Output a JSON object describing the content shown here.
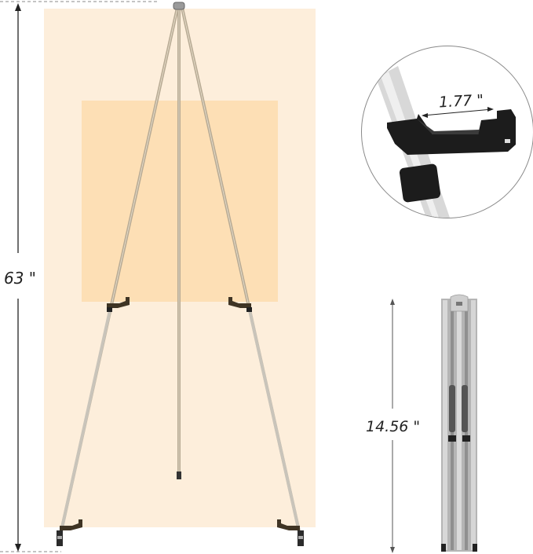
{
  "product": {
    "name": "Display easel",
    "colors": {
      "poster_outer": "#FDEEDB",
      "poster_inner": "#FDDFB5",
      "leg": "#B7AA94",
      "bracket": "#3F3424",
      "folded_leg": "#BFBFBF",
      "circle_border": "#8A8A8A"
    }
  },
  "dimensions": {
    "height_label": "63 \"",
    "bracket_width_label": "1.77 \"",
    "folded_length_label": "14.56 \""
  },
  "views": {
    "main": "Easel in unfolded position with poster outline",
    "detail": "Close-up of poster holder bracket",
    "folded": "Easel in folded position"
  }
}
